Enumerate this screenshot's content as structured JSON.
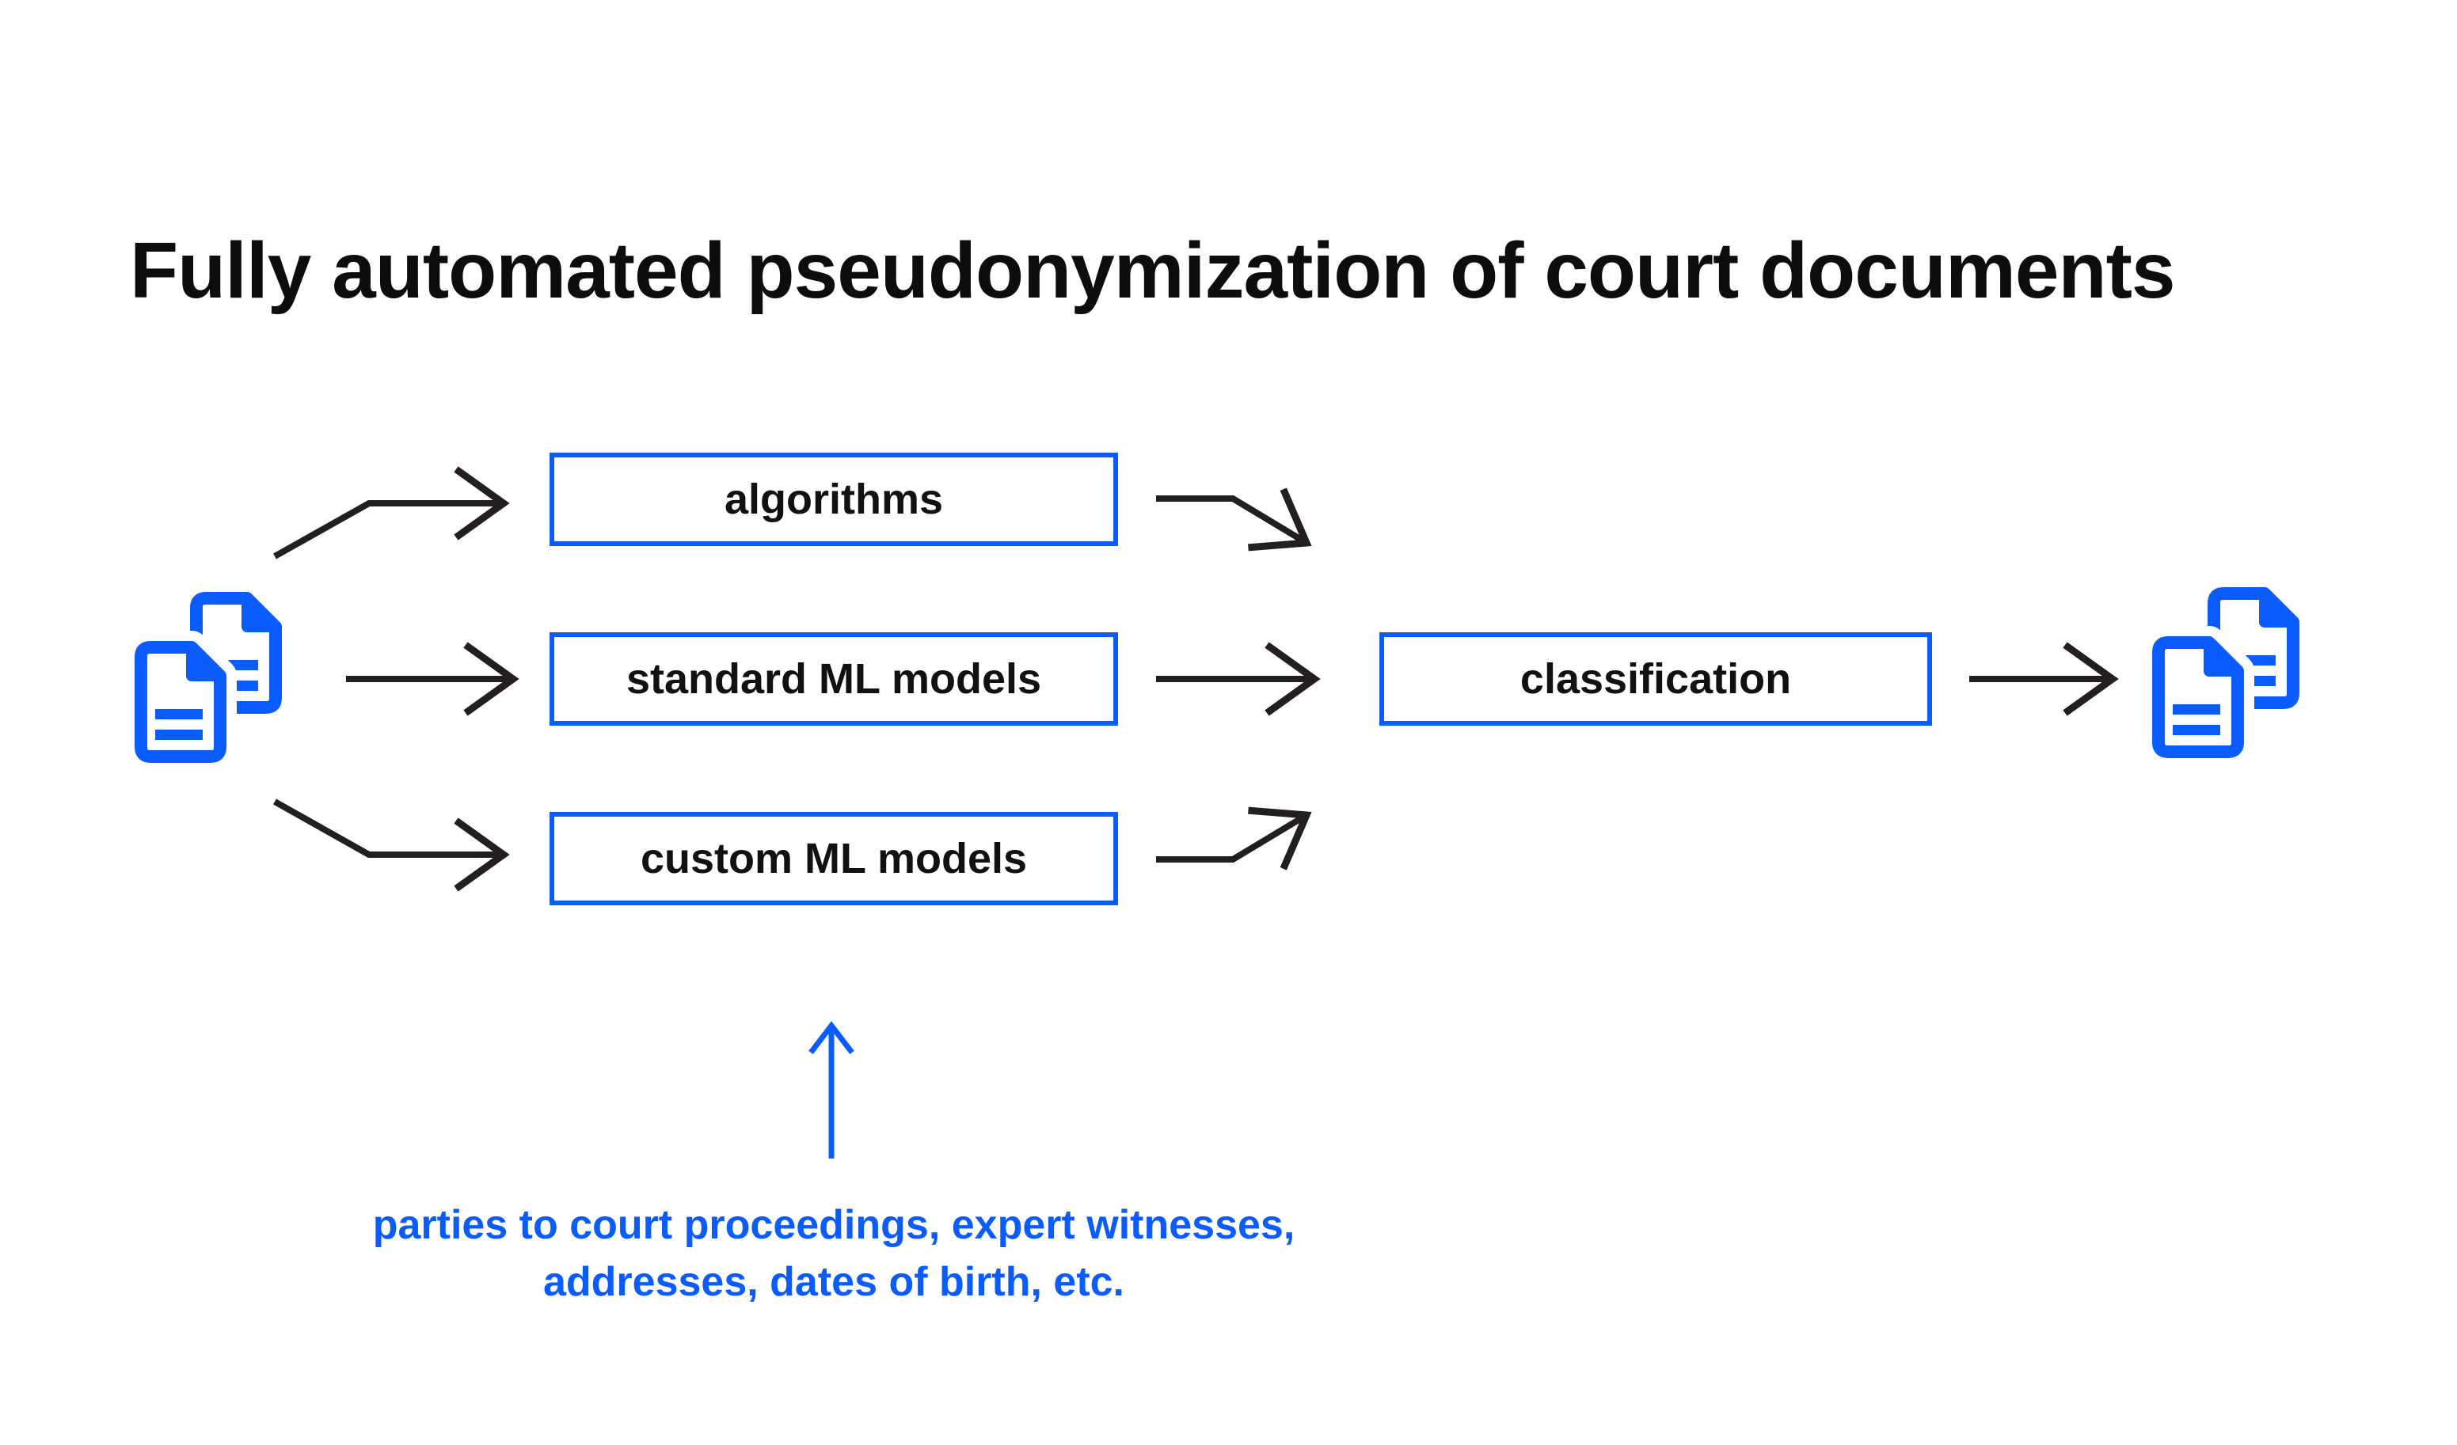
{
  "header": {
    "title": "Fully automated pseudonymization of court documents"
  },
  "colors": {
    "accent_blue": "#0B5CFF",
    "ink_black": "#231F20",
    "background": "#FFFFFF"
  },
  "flow": {
    "input_icon": "documents-icon",
    "output_icon": "documents-icon",
    "boxes": [
      {
        "label": "algorithms"
      },
      {
        "label": "standard ML models"
      },
      {
        "label": "custom ML models"
      }
    ],
    "result_box": {
      "label": "classification"
    },
    "arrows": [
      "source-to-algorithms",
      "source-to-standard-ml-models",
      "source-to-custom-ml-models",
      "algorithms-to-classification",
      "standard-ml-models-to-classification",
      "custom-ml-models-to-classification",
      "classification-to-output"
    ],
    "annotation": {
      "arrow_icon": "arrow-up-icon",
      "line1": "parties to court proceedings, expert witnesses,",
      "line2": "addresses, dates of birth, etc."
    }
  }
}
